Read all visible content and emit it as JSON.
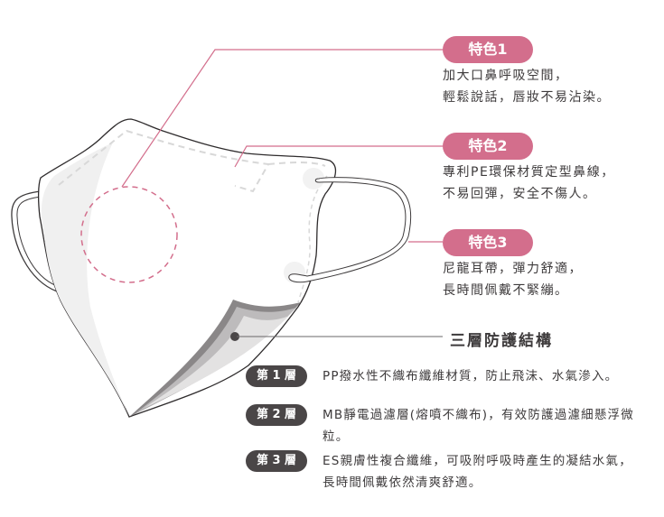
{
  "colors": {
    "accent": "#d36e8c",
    "dark": "#4a4647"
  },
  "features": [
    {
      "label": "特色1",
      "lines": [
        "加大口鼻呼吸空間，",
        "輕鬆說話，唇妝不易沾染。"
      ]
    },
    {
      "label": "特色2",
      "lines": [
        "專利PE環保材質定型鼻線，",
        "不易回彈，安全不傷人。"
      ]
    },
    {
      "label": "特色3",
      "lines": [
        "尼龍耳帶，彈力舒適，",
        "長時間佩戴不緊繃。"
      ]
    }
  ],
  "structure": {
    "title": "三層防護結構",
    "layers": [
      {
        "label": "第 1 層",
        "text": "PP撥水性不織布纖維材質，防止飛沫、水氣滲入。"
      },
      {
        "label": "第 2 層",
        "text": "MB靜電過濾層(熔噴不織布)，有效防護過濾細懸浮微粒。"
      },
      {
        "label": "第 3 層",
        "text": "ES親膚性複合纖維，可吸附呼吸時產生的凝結水氣，長時間佩戴依然清爽舒適。"
      }
    ]
  }
}
